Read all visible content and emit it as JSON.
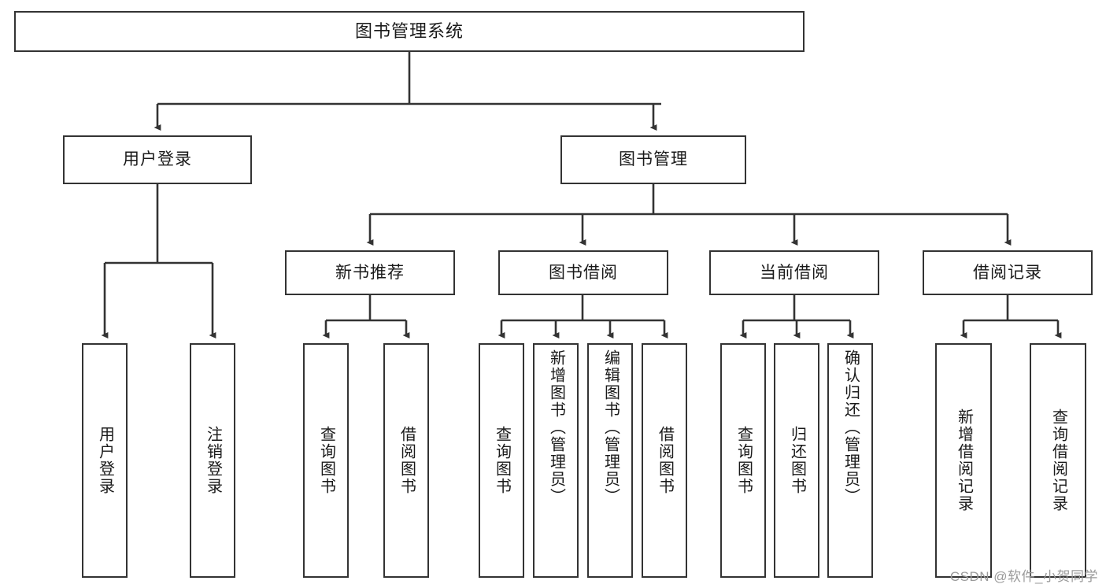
{
  "diagram": {
    "title": "图书管理系统",
    "root": {
      "label": "图书管理系统"
    },
    "level2": [
      {
        "label": "用户登录"
      },
      {
        "label": "图书管理"
      }
    ],
    "level3": [
      {
        "label": "新书推荐"
      },
      {
        "label": "图书借阅"
      },
      {
        "label": "当前借阅"
      },
      {
        "label": "借阅记录"
      }
    ],
    "leaves": {
      "user_login": [
        {
          "label": "用户登录"
        },
        {
          "label": "注销登录"
        }
      ],
      "new_book_recommend": [
        {
          "label": "查询图书"
        },
        {
          "label": "借阅图书"
        }
      ],
      "book_borrow": [
        {
          "label": "查询图书"
        },
        {
          "label": "新增图书（管理员）"
        },
        {
          "label": "编辑图书（管理员）"
        },
        {
          "label": "借阅图书"
        }
      ],
      "current_borrow": [
        {
          "label": "查询图书"
        },
        {
          "label": "归还图书"
        },
        {
          "label": "确认归还（管理员）"
        }
      ],
      "borrow_records": [
        {
          "label": "新增借阅记录"
        },
        {
          "label": "查询借阅记录"
        }
      ]
    }
  },
  "watermark": {
    "text": "CSDN @软件_小贺同学"
  },
  "colors": {
    "stroke": "#333333",
    "background": "#ffffff",
    "text": "#1a1a1a",
    "watermark": "#9a9a9a"
  }
}
